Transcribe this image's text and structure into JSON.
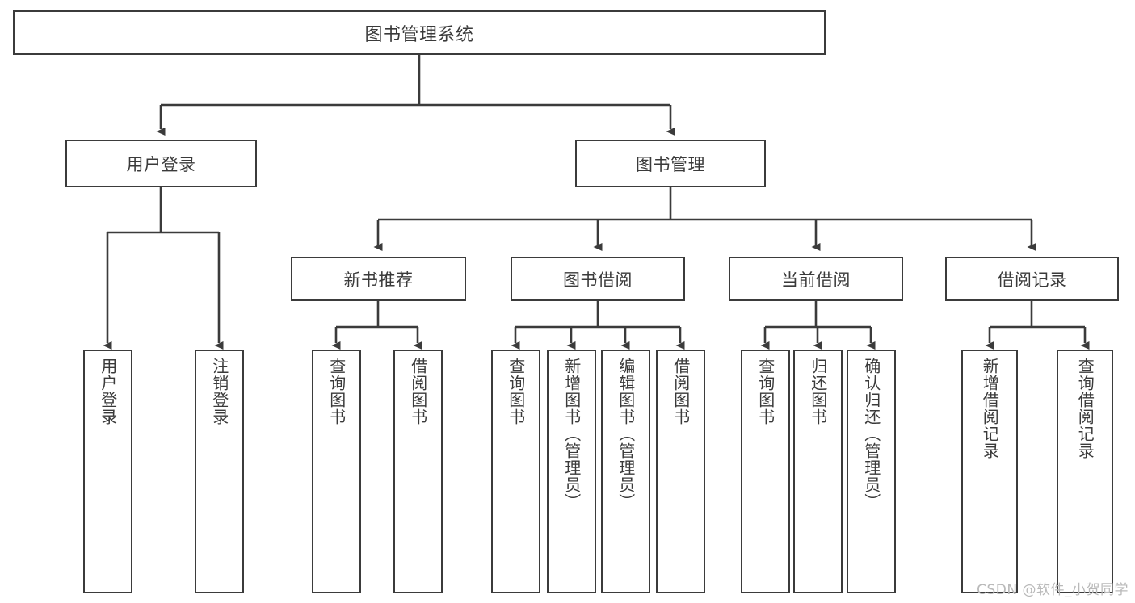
{
  "diagram": {
    "title": "图书管理系统",
    "type": "hierarchy-tree",
    "watermark": "CSDN @软件_小贺同学",
    "colors": {
      "stroke": "#3b3b3b",
      "text": "#3a3a3a",
      "background": "#ffffff",
      "watermark": "#b9b9b9"
    },
    "levels": {
      "root": {
        "label": "图书管理系统"
      },
      "level2": [
        {
          "label": "用户登录"
        },
        {
          "label": "图书管理"
        }
      ],
      "level3": [
        {
          "label": "新书推荐"
        },
        {
          "label": "图书借阅"
        },
        {
          "label": "当前借阅"
        },
        {
          "label": "借阅记录"
        }
      ],
      "leaves": {
        "user_login": [
          {
            "label": "用户登录"
          },
          {
            "label": "注销登录"
          }
        ],
        "new_book_recommend": [
          {
            "label": "查询图书"
          },
          {
            "label": "借阅图书"
          }
        ],
        "book_borrow": [
          {
            "label": "查询图书"
          },
          {
            "label": "新增图书（管理员）"
          },
          {
            "label": "编辑图书（管理员）"
          },
          {
            "label": "借阅图书"
          }
        ],
        "current_borrow": [
          {
            "label": "查询图书"
          },
          {
            "label": "归还图书"
          },
          {
            "label": "确认归还（管理员）"
          }
        ],
        "borrow_records": [
          {
            "label": "新增借阅记录"
          },
          {
            "label": "查询借阅记录"
          }
        ]
      }
    }
  }
}
